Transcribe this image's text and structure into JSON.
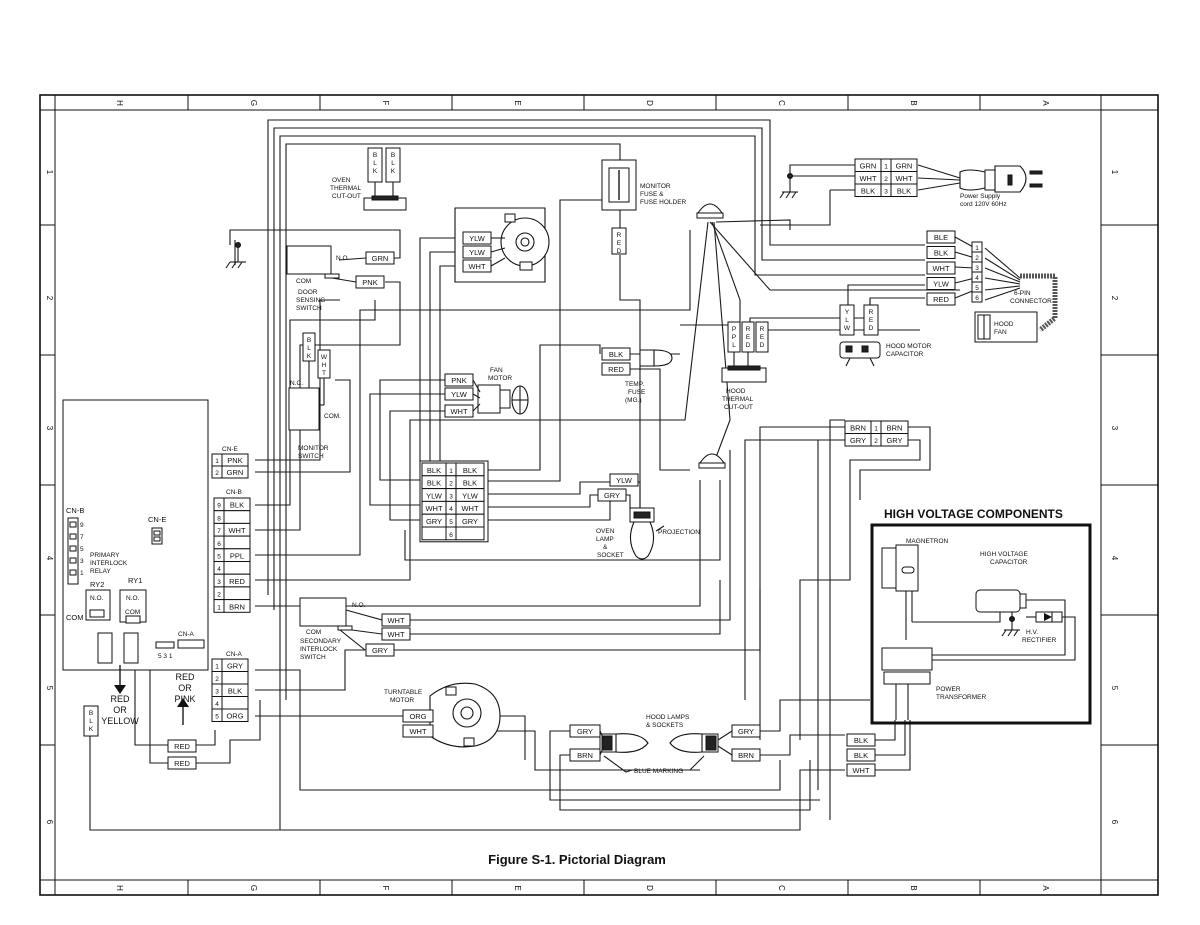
{
  "title": "Figure S-1. Pictorial Diagram",
  "grid": {
    "columns": [
      "H",
      "G",
      "F",
      "E",
      "D",
      "C",
      "B",
      "A"
    ],
    "rows": [
      "1",
      "2",
      "3",
      "4",
      "5",
      "6"
    ]
  },
  "connectors": {
    "cne_label": "CN-E",
    "cne_pins": [
      {
        "num": "1",
        "wire": "PNK"
      },
      {
        "num": "2",
        "wire": "GRN"
      }
    ],
    "cnb_label": "CN-B",
    "cnb_pins": [
      {
        "num": "9",
        "wire": "BLK"
      },
      {
        "num": "8",
        "wire": ""
      },
      {
        "num": "7",
        "wire": "WHT"
      },
      {
        "num": "6",
        "wire": ""
      },
      {
        "num": "5",
        "wire": "PPL"
      },
      {
        "num": "4",
        "wire": ""
      },
      {
        "num": "3",
        "wire": "RED"
      },
      {
        "num": "2",
        "wire": ""
      },
      {
        "num": "1",
        "wire": "BRN"
      }
    ],
    "cna_label": "CN-A",
    "cna_pins": [
      {
        "num": "1",
        "wire": "GRY"
      },
      {
        "num": "2",
        "wire": ""
      },
      {
        "num": "3",
        "wire": "BLK"
      },
      {
        "num": "4",
        "wire": ""
      },
      {
        "num": "5",
        "wire": "ORG"
      }
    ],
    "cnb_board_label": "CN-B",
    "cnb_board_pins": [
      "9",
      "7",
      "5",
      "3",
      "1"
    ],
    "cne_board_label": "CN-E",
    "cna_board_label": "CN-A",
    "cna_board_pins": "5  3  1"
  },
  "relay": {
    "label": "PRIMARY INTERLOCK RELAY",
    "ry2": "RY2",
    "ry1": "RY1",
    "no": "N.O.",
    "com": "COM",
    "red_or_yellow": "RED OR YELLOW",
    "red_or_pink": "RED OR PINK",
    "blk": "BLK",
    "red1": "RED",
    "red2": "RED"
  },
  "oven_thermal_cutout": {
    "label": "OVEN THERMAL CUT-OUT",
    "wires": [
      "BLK",
      "BLK"
    ]
  },
  "door_sensing_switch": {
    "label": "DOOR SENSING SWITCH",
    "no": "N.O.",
    "com": "COM",
    "grn": "GRN",
    "pnk": "PNK"
  },
  "monitor_switch": {
    "label": "MONITOR SWITCH",
    "nc": "N.C.",
    "com": "COM.",
    "wires": [
      "BLK",
      "WHT"
    ]
  },
  "secondary_interlock": {
    "label": "SECONDARY INTERLOCK SWITCH",
    "no": "N.O.",
    "com": "COM",
    "wires": [
      "WHT",
      "WHT",
      "GRY"
    ]
  },
  "stirrer_motor": {
    "wires": [
      "YLW",
      "YLW",
      "WHT"
    ]
  },
  "fan_motor": {
    "label": "FAN MOTOR",
    "wires": [
      "PNK",
      "YLW",
      "WHT"
    ]
  },
  "temp_fuse": {
    "label": "TEMP. FUSE (MG.)",
    "wires": [
      "BLK",
      "RED"
    ]
  },
  "monitor_fuse": {
    "label": "MONITOR FUSE & FUSE HOLDER",
    "wire": "RED"
  },
  "terminal_block": {
    "rows": [
      {
        "left": "BLK",
        "num": "1",
        "right": "BLK"
      },
      {
        "left": "BLK",
        "num": "2",
        "right": "BLK"
      },
      {
        "left": "YLW",
        "num": "3",
        "right": "YLW"
      },
      {
        "left": "WHT",
        "num": "4",
        "right": "WHT"
      },
      {
        "left": "GRY",
        "num": "5",
        "right": "GRY"
      },
      {
        "left": "",
        "num": "6",
        "right": ""
      }
    ]
  },
  "oven_lamp": {
    "label": "OVEN LAMP & SOCKET",
    "projection": "PROJECTION",
    "wires": [
      "YLW",
      "GRY"
    ]
  },
  "turntable_motor": {
    "label": "TURNTABLE MOTOR",
    "wires": [
      "ORG",
      "WHT"
    ]
  },
  "power_supply": {
    "label": "Power Supply cord 120V 60Hz",
    "rows": [
      {
        "left": "GRN",
        "num": "1",
        "right": "GRN"
      },
      {
        "left": "WHT",
        "num": "2",
        "right": "WHT"
      },
      {
        "left": "BLK",
        "num": "3",
        "right": "BLK"
      }
    ]
  },
  "six_pin": {
    "label": "6-PIN CONNECTOR",
    "wires": [
      "BLE",
      "BLK",
      "WHT",
      "YLW",
      "RED"
    ],
    "pins": [
      "1",
      "2",
      "3",
      "4",
      "5",
      "6"
    ]
  },
  "hood_fan": {
    "label": "HOOD FAN"
  },
  "hood_motor_capacitor": {
    "label": "HOOD MOTOR CAPACITOR",
    "wires": [
      "YLW",
      "RED"
    ]
  },
  "hood_thermal_cutout": {
    "label": "HOOD THERMAL CUT-OUT",
    "wires": [
      "PPL",
      "RED",
      "RED"
    ]
  },
  "brn_gry_block": {
    "rows": [
      {
        "left": "BRN",
        "num": "1",
        "right": "BRN"
      },
      {
        "left": "GRY",
        "num": "2",
        "right": "GRY"
      }
    ]
  },
  "high_voltage": {
    "title": "HIGH VOLTAGE COMPONENTS",
    "magnetron": "MAGNETRON",
    "capacitor": "HIGH VOLTAGE CAPACITOR",
    "rectifier": "H.V. RECTIFIER",
    "transformer": "POWER TRANSFORMER"
  },
  "hood_lamps": {
    "label": "HOOD LAMPS & SOCKETS",
    "blue_marking": "BLUE MARKING",
    "left_wires": [
      "GRY",
      "BRN"
    ],
    "right_wires": [
      "GRY",
      "BRN"
    ]
  },
  "bottom_block": {
    "wires": [
      "BLK",
      "BLK",
      "WHT"
    ]
  }
}
